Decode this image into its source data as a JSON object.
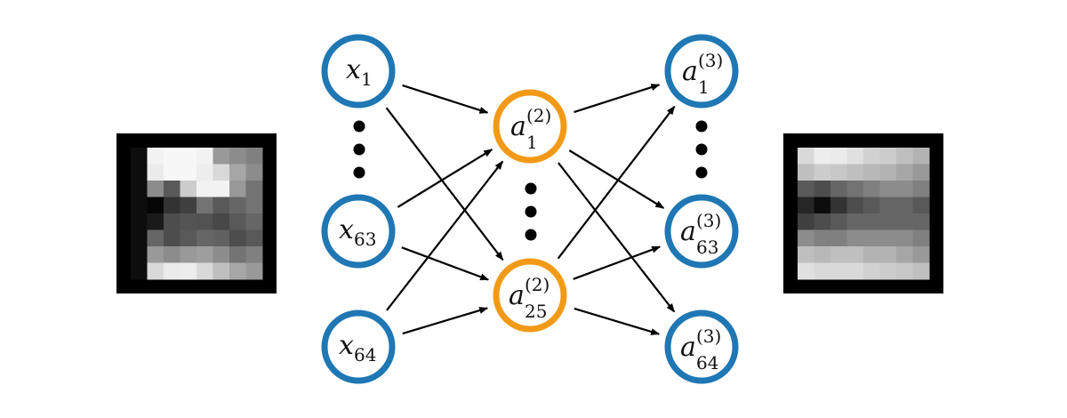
{
  "diagram": {
    "input_image": {
      "grid": [
        [
          0.05,
          0.95,
          0.97,
          0.97,
          0.95,
          0.6,
          0.55,
          0.5
        ],
        [
          0.05,
          0.92,
          0.97,
          0.97,
          0.93,
          0.85,
          0.65,
          0.55
        ],
        [
          0.05,
          0.55,
          0.35,
          0.8,
          0.95,
          0.95,
          0.6,
          0.45
        ],
        [
          0.05,
          0.02,
          0.2,
          0.25,
          0.45,
          0.35,
          0.4,
          0.45
        ],
        [
          0.05,
          0.1,
          0.3,
          0.33,
          0.32,
          0.28,
          0.35,
          0.4
        ],
        [
          0.05,
          0.4,
          0.3,
          0.35,
          0.4,
          0.38,
          0.3,
          0.35
        ],
        [
          0.05,
          0.6,
          0.55,
          0.6,
          0.62,
          0.55,
          0.45,
          0.5
        ],
        [
          0.05,
          0.85,
          0.92,
          0.93,
          0.85,
          0.75,
          0.65,
          0.6
        ]
      ]
    },
    "output_image": {
      "grid": [
        [
          0.85,
          0.93,
          0.92,
          0.88,
          0.82,
          0.8,
          0.75,
          0.7
        ],
        [
          0.75,
          0.8,
          0.78,
          0.75,
          0.72,
          0.7,
          0.65,
          0.6
        ],
        [
          0.35,
          0.3,
          0.4,
          0.45,
          0.5,
          0.55,
          0.55,
          0.5
        ],
        [
          0.15,
          0.05,
          0.2,
          0.3,
          0.35,
          0.4,
          0.4,
          0.35
        ],
        [
          0.25,
          0.3,
          0.35,
          0.4,
          0.4,
          0.4,
          0.4,
          0.4
        ],
        [
          0.55,
          0.5,
          0.5,
          0.55,
          0.55,
          0.55,
          0.55,
          0.5
        ],
        [
          0.75,
          0.72,
          0.75,
          0.75,
          0.7,
          0.7,
          0.65,
          0.6
        ],
        [
          0.88,
          0.85,
          0.85,
          0.85,
          0.82,
          0.8,
          0.78,
          0.75
        ]
      ]
    },
    "input_nodes": [
      {
        "id": "x1",
        "base": "x",
        "sub": "1"
      },
      {
        "id": "x63",
        "base": "x",
        "sub": "63"
      },
      {
        "id": "x64",
        "base": "x",
        "sub": "64"
      }
    ],
    "hidden_nodes": [
      {
        "id": "a1_2",
        "base": "a",
        "sup": "(2)",
        "sub": "1"
      },
      {
        "id": "a25_2",
        "base": "a",
        "sup": "(2)",
        "sub": "25"
      }
    ],
    "output_nodes": [
      {
        "id": "a1_3",
        "base": "a",
        "sup": "(3)",
        "sub": "1"
      },
      {
        "id": "a63_3",
        "base": "a",
        "sup": "(3)",
        "sub": "63"
      },
      {
        "id": "a64_3",
        "base": "a",
        "sup": "(3)",
        "sub": "64"
      }
    ],
    "edges": [
      [
        "x1",
        "a1_2"
      ],
      [
        "x1",
        "a25_2"
      ],
      [
        "x63",
        "a1_2"
      ],
      [
        "x63",
        "a25_2"
      ],
      [
        "x64",
        "a1_2"
      ],
      [
        "x64",
        "a25_2"
      ],
      [
        "a1_2",
        "a1_3"
      ],
      [
        "a1_2",
        "a63_3"
      ],
      [
        "a1_2",
        "a64_3"
      ],
      [
        "a25_2",
        "a1_3"
      ],
      [
        "a25_2",
        "a63_3"
      ],
      [
        "a25_2",
        "a64_3"
      ]
    ],
    "colors": {
      "input_output_ring": "#1f77b4",
      "hidden_ring": "#f29a17",
      "arrow": "#000000",
      "image_frame": "#000000"
    }
  }
}
